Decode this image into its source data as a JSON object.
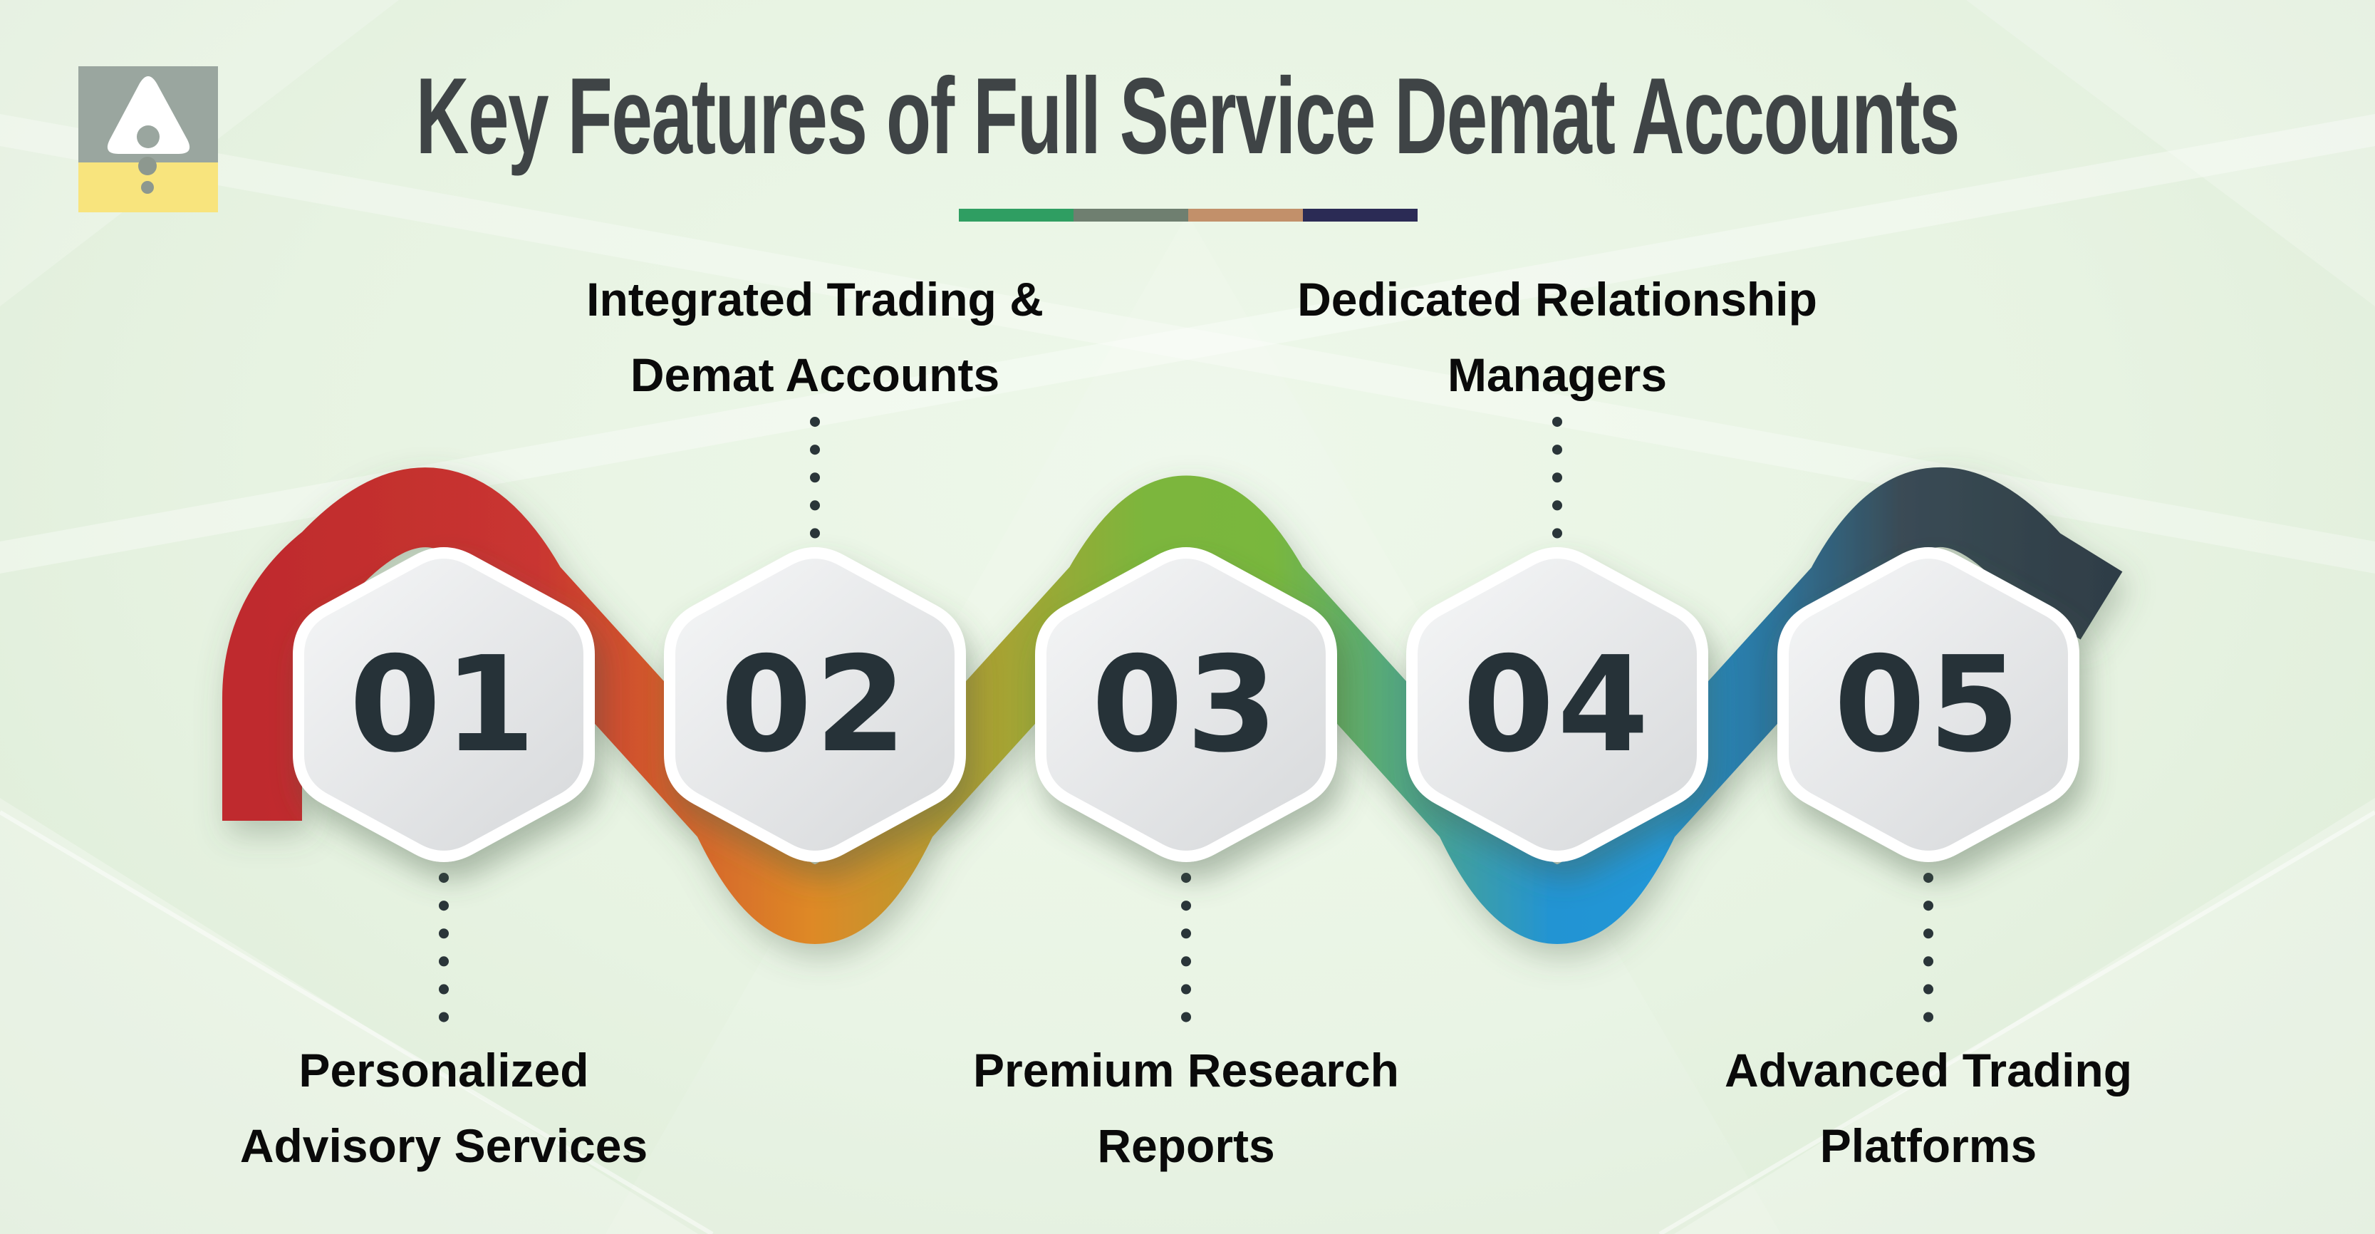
{
  "header": {
    "title": "Key Features of Full Service Demat Accounts",
    "title_color": "#3f4446",
    "divider_colors": [
      "#2f9e62",
      "#6f7f70",
      "#c2906a",
      "#2b2b55"
    ]
  },
  "logo": {
    "panel_top_color": "#9aa69f",
    "panel_bottom_color": "#f8e47d",
    "triangle_color": "#ffffff",
    "dot_color": "#8d988f"
  },
  "features": [
    {
      "number": "01",
      "caption": [
        "Personalized",
        "Advisory Services"
      ],
      "caption_position": "below",
      "ribbon_color": "#bf2b2e"
    },
    {
      "number": "02",
      "caption": [
        "Integrated Trading &",
        "Demat Accounts"
      ],
      "caption_position": "above",
      "ribbon_color": "#de8927"
    },
    {
      "number": "03",
      "caption": [
        "Premium Research",
        "Reports"
      ],
      "caption_position": "below",
      "ribbon_color": "#7cb63c"
    },
    {
      "number": "04",
      "caption": [
        "Dedicated Relationship",
        "Managers"
      ],
      "caption_position": "above",
      "ribbon_color": "#2196d6"
    },
    {
      "number": "05",
      "caption": [
        "Advanced Trading",
        "Platforms"
      ],
      "caption_position": "below",
      "ribbon_color": "#37474f"
    }
  ],
  "ribbon": {
    "stops": [
      "#bf2b2e",
      "#c93530",
      "#de8927",
      "#7cb63c",
      "#79b73e",
      "#2394d3",
      "#2196d6",
      "#3a4b55",
      "#2f3e47"
    ]
  },
  "hexagon": {
    "border_color": "#ffffff",
    "fill_top": "#f6f7f8",
    "fill_bottom": "#d8dadc",
    "number_color": "#263238"
  },
  "connector_color": "#2a3539",
  "caption_color": "#0a0a0a",
  "background_color": "#e7f3e2"
}
